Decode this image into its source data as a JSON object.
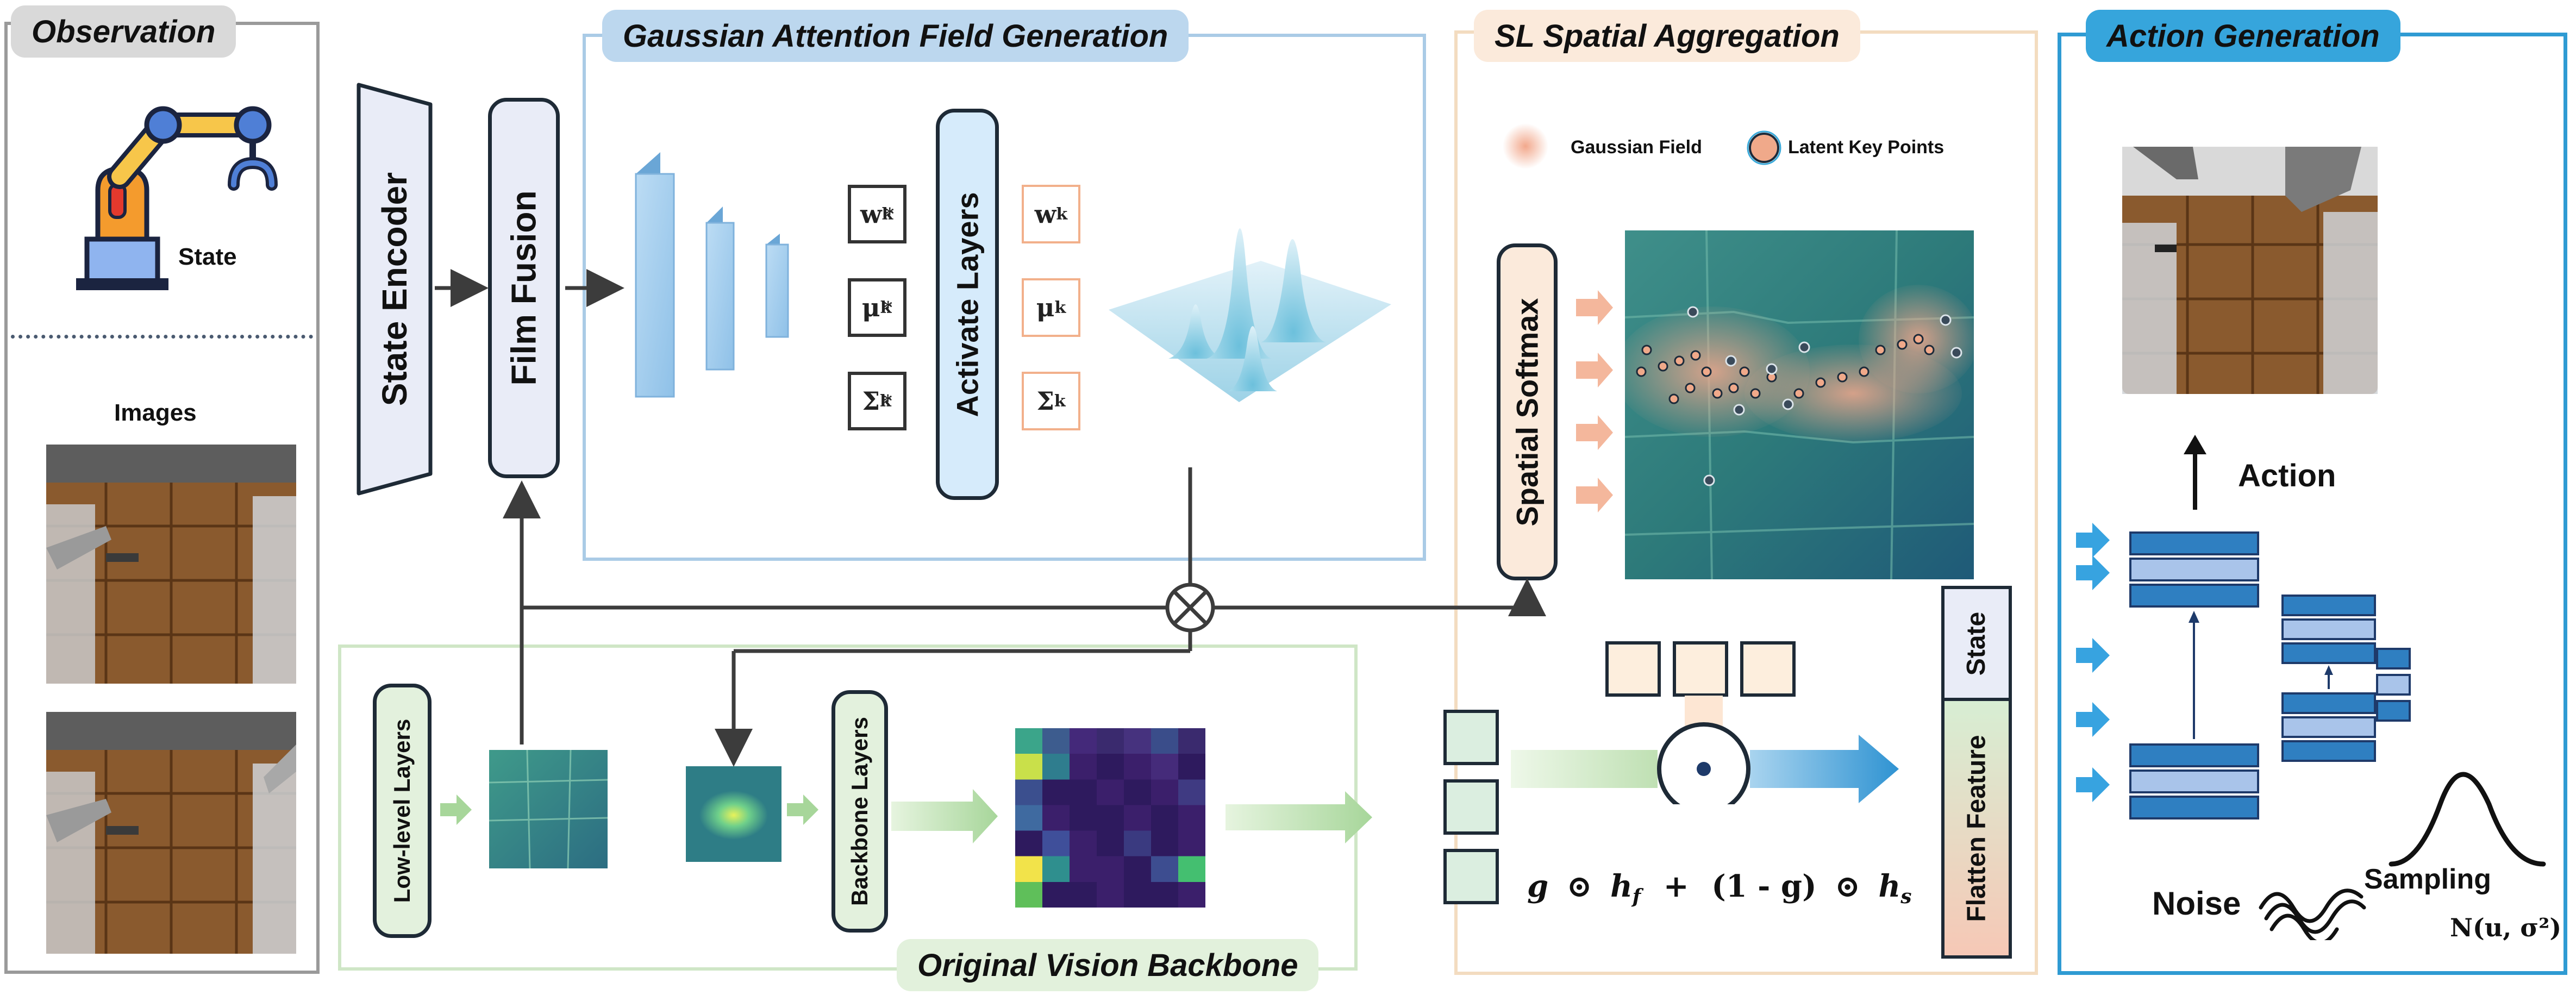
{
  "sections": {
    "observation": "Observation",
    "gaussian": "Gaussian Attention Field Generation",
    "sl_spatial": "SL Spatial Aggregation",
    "action_gen": "Action Generation",
    "backbone": "Original Vision Backbone"
  },
  "observation": {
    "state_label": "State",
    "images_label": "Images"
  },
  "blocks": {
    "state_encoder": "State Encoder",
    "film_fusion": "Film Fusion",
    "activate_layers": "Activate  Layers",
    "low_level": "Low-level Layers",
    "backbone_layers": "Backbone Layers",
    "spatial_softmax": "Spatial Softmax",
    "state": "State",
    "flatten_feature": "Flatten Feature"
  },
  "params": {
    "w_star": "w",
    "mu_star": "μ",
    "sigma_star": "Σ",
    "sub": "k",
    "sup": "*"
  },
  "legend": {
    "gaussian_field": "Gaussian Field",
    "latent_key_points": "Latent Key Points"
  },
  "formula": {
    "g1": "g",
    "op1": "⊙",
    "hf": "h",
    "hf_sub": "f",
    "plus": "+",
    "paren": "(1 - g)",
    "op2": "⊙",
    "hs": "h",
    "hs_sub": "s"
  },
  "action": {
    "action_label": "Action",
    "noise_label": "Noise",
    "sampling_label": "Sampling",
    "dist_label": "N(u, σ²)"
  },
  "colors": {
    "observation_border": "#9a9a9a",
    "gaussian_border": "#aacbe6",
    "sl_border": "#f3dcc0",
    "action_border": "#2f9bd3",
    "backbone_border": "#cfe6c6",
    "accent_blue": "#2f7fc1",
    "peach": "#f6b99a"
  }
}
